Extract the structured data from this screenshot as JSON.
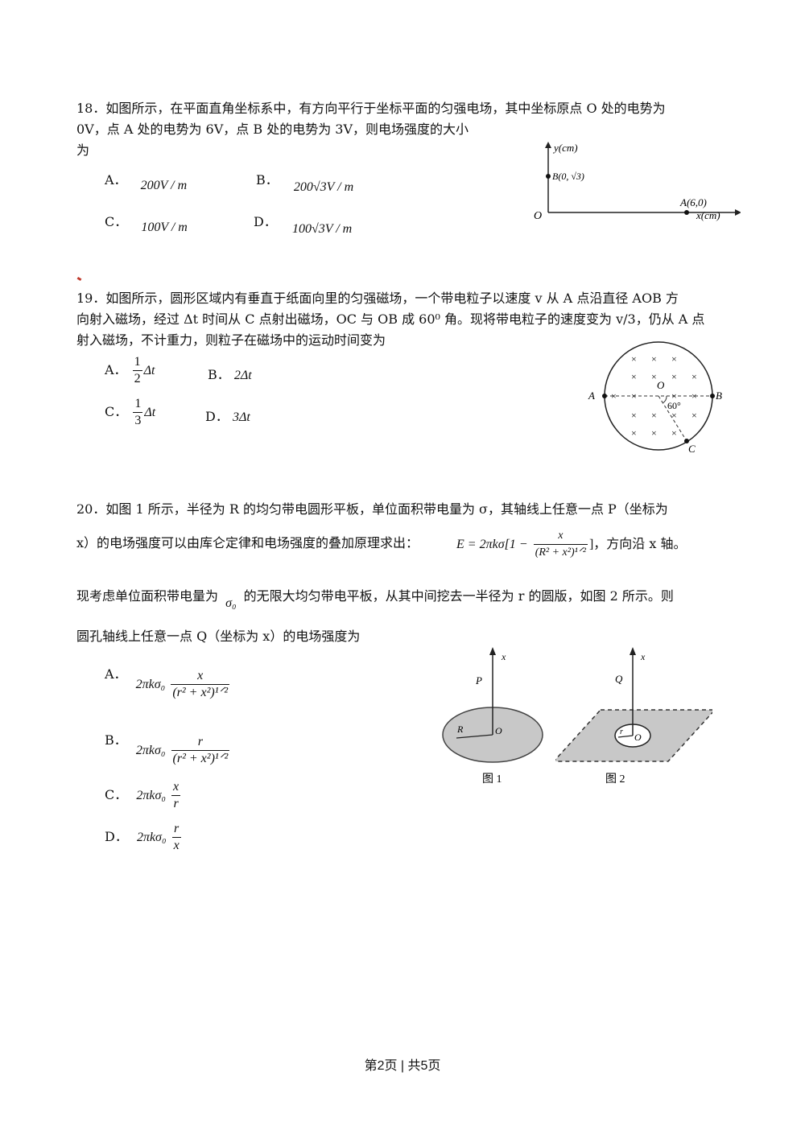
{
  "q18": {
    "number": "18．",
    "stem_line1": "如图所示，在平面直角坐标系中，有方向平行于坐标平面的匀强电场，其中坐标原点 O 处的电势为",
    "stem_line2": "0V，点 A 处的电势为 6V，点 B 处的电势为 3V，则电场强度的大小",
    "stem_line3": "为",
    "options": {
      "A": {
        "label": "A．",
        "text": "200V / m"
      },
      "B": {
        "label": "B．",
        "text": "200√3V / m"
      },
      "C": {
        "label": "C．",
        "text": "100V / m"
      },
      "D": {
        "label": "D．",
        "text": "100√3V / m"
      }
    },
    "figure": {
      "y_axis_label": "y(cm)",
      "x_axis_label": "x(cm)",
      "origin_label": "O",
      "point_b_label": "B(0, √3)",
      "point_a_label": "A(6,0)"
    }
  },
  "q19": {
    "number": "19．",
    "stem_line1": "如图所示，圆形区域内有垂直于纸面向里的匀强磁场，一个带电粒子以速度 v 从 A 点沿直径 AOB 方",
    "stem_line2": "向射入磁场，经过 Δt 时间从 C 点射出磁场，OC 与 OB 成 60⁰ 角。现将带电粒子的速度变为 v/3，仍从 A 点",
    "stem_line3": "射入磁场，不计重力，则粒子在磁场中的运动时间变为",
    "options": {
      "A": {
        "label": "A．",
        "num": "1",
        "den": "2",
        "tail": "Δt"
      },
      "B": {
        "label": "B．",
        "text": "2Δt"
      },
      "C": {
        "label": "C．",
        "num": "1",
        "den": "3",
        "tail": "Δt"
      },
      "D": {
        "label": "D．",
        "text": "3Δt"
      }
    },
    "figure": {
      "label_a": "A",
      "label_b": "B",
      "label_o": "O",
      "label_c": "C",
      "angle_label": "60°",
      "field_mark": "×"
    }
  },
  "q20": {
    "number": "20．",
    "stem_line1": "如图 1 所示，半径为 R 的均匀带电圆形平板，单位面积带电量为 σ，其轴线上任意一点 P（坐标为",
    "stem_line2_pre": "x）的电场强度可以由库仑定律和电场强度的叠加原理求出：",
    "formula_lhs": "E = 2πkσ[1 −",
    "formula_num": "x",
    "formula_den": "(R² + x²)¹ᐟ²",
    "formula_rhs": "]",
    "stem_line2_post": "，方向沿 x 轴。",
    "stem_line3_pre": "现考虑单位面积带电量为",
    "sigma0": "σ₀",
    "stem_line3_post": "的无限大均匀带电平板，从其中间挖去一半径为 r 的圆版，如图 2 所示。则",
    "stem_line4": "圆孔轴线上任意一点 Q（坐标为 x）的电场强度为",
    "options": {
      "A": {
        "label": "A．",
        "coef": "2πkσ₀",
        "num": "x",
        "den": "(r² + x²)¹ᐟ²"
      },
      "B": {
        "label": "B．",
        "coef": "2πkσ₀",
        "num": "r",
        "den": "(r² + x²)¹ᐟ²"
      },
      "C": {
        "label": "C．",
        "coef": "2πkσ₀",
        "num": "x",
        "den": "r"
      },
      "D": {
        "label": "D．",
        "coef": "2πkσ₀",
        "num": "r",
        "den": "x"
      }
    },
    "figure1": {
      "axis_label": "x",
      "point_label": "P",
      "radius_label": "R",
      "center_label": "O",
      "caption": "图 1"
    },
    "figure2": {
      "axis_label": "x",
      "point_label": "Q",
      "radius_label": "r",
      "center_label": "O",
      "caption": "图 2"
    }
  },
  "footer": {
    "text": "第2页 | 共5页"
  },
  "colors": {
    "ink": "#111111",
    "disk_fill": "#c8c8c8",
    "mark_red": "#c0392b"
  }
}
